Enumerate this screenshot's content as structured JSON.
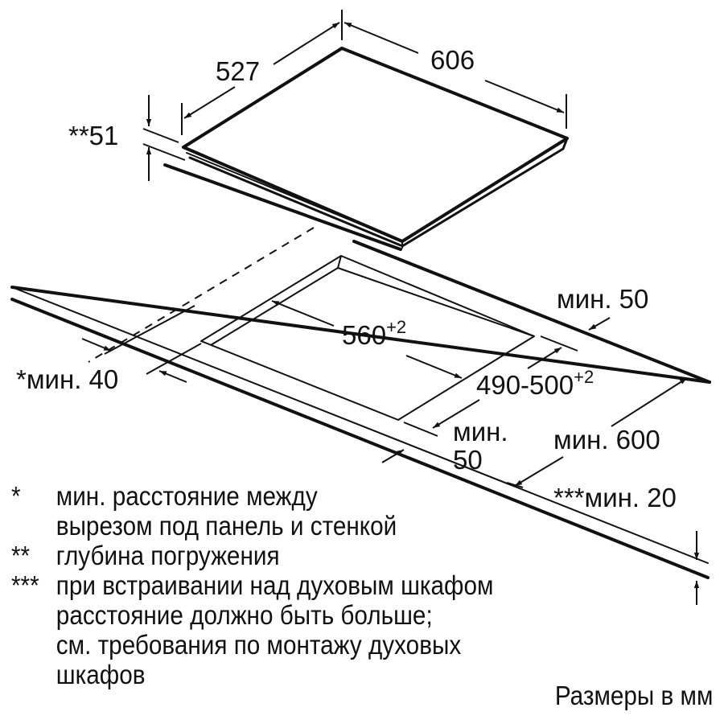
{
  "dimensions": {
    "hob_depth": "527",
    "hob_width": "606",
    "embed_depth": "**51",
    "cutout_width": "560",
    "cutout_width_tol": "+2",
    "cutout_depth": "490-500",
    "cutout_depth_tol": "+2",
    "back_clearance": "мин. 50",
    "side_wall_clearance": "*мин. 40",
    "front_clearance_line1": "мин.",
    "front_clearance_line2": "50",
    "countertop_depth": "мин. 600",
    "countertop_thickness": "***мин. 20"
  },
  "notes": [
    {
      "mark": "*",
      "lines": [
        "мин. расстояние между",
        "вырезом под панель и стенкой"
      ]
    },
    {
      "mark": "**",
      "lines": [
        "глубина погружения"
      ]
    },
    {
      "mark": "***",
      "lines": [
        "при встраивании над духовым шкафом",
        "расстояние должно быть больше;",
        "см. требования по монтажу духовых",
        "шкафов"
      ]
    }
  ],
  "units": "Размеры в мм",
  "colors": {
    "line": "#111111",
    "background": "#ffffff"
  }
}
